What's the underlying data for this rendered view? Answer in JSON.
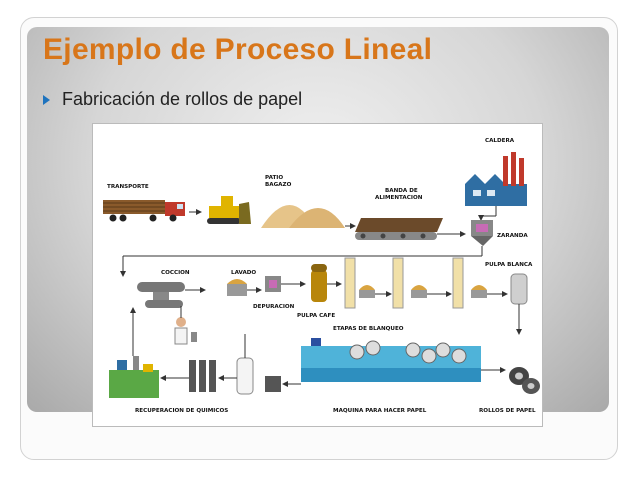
{
  "slide": {
    "title": "Ejemplo de Proceso Lineal",
    "bullet": "Fabricación de rollos de papel"
  },
  "diagram": {
    "labels": {
      "caldera": "CALDERA",
      "transporte": "TRANSPORTE",
      "patio": "PATIO",
      "bagazo": "BAGAZO",
      "banda1": "BANDA DE",
      "banda2": "ALIMENTACION",
      "zaranda": "ZARANDA",
      "coccion": "COCCION",
      "lavado": "LAVADO",
      "depuracion": "DEPURACION",
      "pulpa_cafe": "PULPA CAFE",
      "etapas": "ETAPAS DE BLANQUEO",
      "pulpa_blanca": "PULPA BLANCA",
      "recuperacion": "RECUPERACION DE QUIMICOS",
      "maquina": "MAQUINA PARA HACER PAPEL",
      "rollos": "ROLLOS DE PAPEL"
    }
  },
  "colors": {
    "title": "#d8761a",
    "bullet": "#1e73be"
  }
}
